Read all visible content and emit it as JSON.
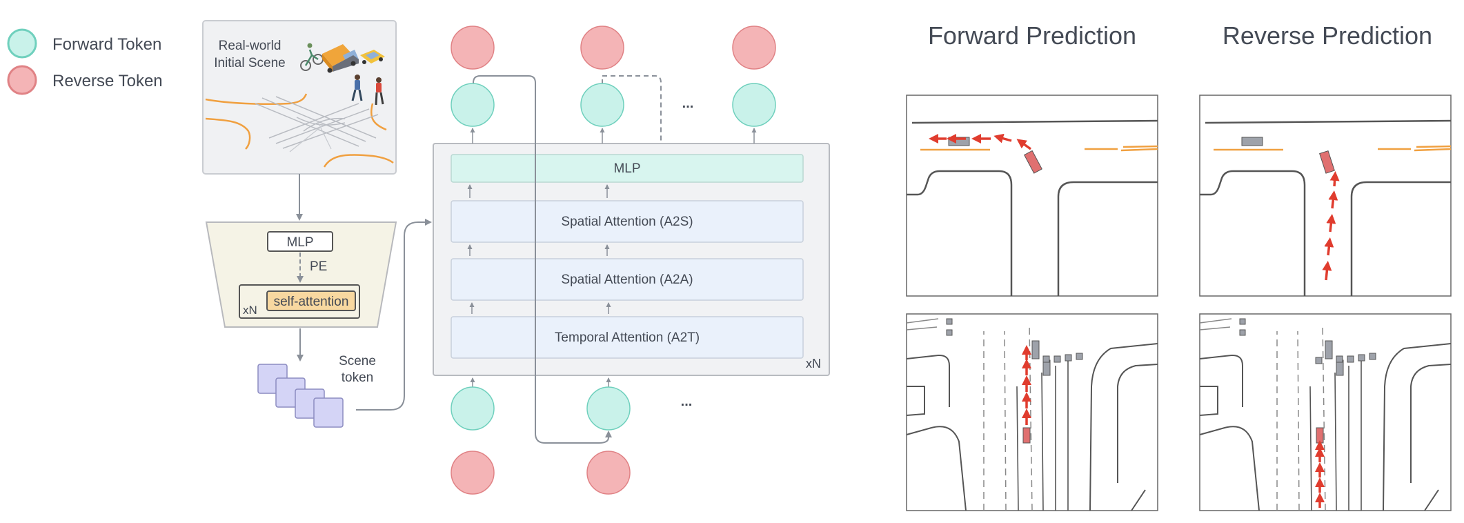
{
  "legend": {
    "forward": "Forward Token",
    "reverse": "Reverse Token"
  },
  "scene": {
    "title_line1": "Real-world",
    "title_line2": "Initial Scene"
  },
  "encoder": {
    "mlp": "MLP",
    "pe": "PE",
    "repeat": "xN",
    "attention": "self-attention"
  },
  "scene_token": {
    "line1": "Scene",
    "line2": "token"
  },
  "transformer": {
    "mlp": "MLP",
    "a2s": "Spatial Attention (A2S)",
    "a2a": "Spatial Attention (A2A)",
    "a2t": "Temporal Attention (A2T)",
    "repeat": "xN"
  },
  "ellipsis": "...",
  "predictions": {
    "forward_title": "Forward Prediction",
    "reverse_title": "Reverse Prediction"
  },
  "colors": {
    "forward_fill": "#c9f2ea",
    "forward_stroke": "#6fd0bd",
    "reverse_fill": "#f4b4b6",
    "reverse_stroke": "#e08285",
    "arrow_red": "#e03c2e",
    "lane_orange": "#f0a040"
  }
}
